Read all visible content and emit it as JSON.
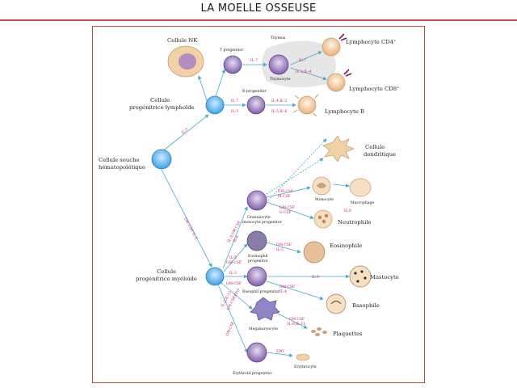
{
  "title": "LA MOELLE OSSEUSE",
  "cells": {
    "hsc": "Cellule souche hématopoïétique",
    "hsc_l1": "Cellule souche",
    "hsc_l2": "hématopoïétique",
    "lymphoid_l1": "Cellule",
    "lymphoid_l2": "progénitrice lymphoïde",
    "myeloid_l1": "Cellule",
    "myeloid_l2": "progénitrice myéloïde",
    "nk": "Cellule NK",
    "t_prog": "T progenitor",
    "thymus": "Thymus",
    "thymocyte": "Thymocyte",
    "cd4": "Lymphocyte CD4⁺",
    "cd8": "Lymphocyte CD8⁺",
    "b_prog": "B progenitor",
    "b_lymph": "Lymphocyte B",
    "dendritic_l1": "Cellule",
    "dendritic_l2": "dendritique",
    "gm_prog_l1": "Granulocyte-",
    "gm_prog_l2": "monocyte progenitor",
    "monocyte": "Monocyte",
    "macrophage": "Macrophage",
    "neutrophile": "Neutrophile",
    "eos_prog_l1": "Eosinophil",
    "eos_prog_l2": "progenitor",
    "eosinophile": "Eosinophile",
    "baso_prog": "Basophil progenitor",
    "mastocyte": "Mastocyte",
    "basophile": "Basophile",
    "megakaryocyte": "Megakaryocyte",
    "plaquettes": "Plaquettes",
    "ery_prog": "Erythroid progenitor",
    "erythrocyte": "Erythrocyte"
  },
  "cytokines": {
    "il3": "IL-3",
    "gmcsf_il3": "GM-CSF, IL-3",
    "il7_t": "IL-7",
    "il7_thy": "IL-7",
    "il2_15": "IL-2,IL-4",
    "il7_b": "IL-7",
    "il3_b": "IL-3",
    "il4_il2": "IL-4,IL-2",
    "il5_il6": "IL-5,IL-6",
    "gm_left_1": "IL-3,GM-CSF",
    "gm_left_2": "IL-6",
    "mono_1": "GM-CSF",
    "mono_2": "M-CSF",
    "neu_1": "GM-CSF",
    "neu_2": "G-CSF",
    "il6": "IL-6",
    "eos_left_1": "IL-5",
    "eos_left_2": "GM-CSF",
    "eos_1": "GM-CSF",
    "eos_2": "IL-5",
    "baso_left_1": "IL-3",
    "baso_left_2": "GM-CSF",
    "il9": "IL-9",
    "baso_1": "GM-CSF",
    "baso_2": "IL-4",
    "mega_left_1": "IL-3,IL-11",
    "mega_left_2": "GM-CSF,EPO",
    "mega_1": "GM-CSF",
    "mega_2": "IL-6,IL-11",
    "ery_left": "GM-CSF",
    "epo": "EPO"
  },
  "colors": {
    "accent": "#c0504d",
    "stem": "#3aa0e8",
    "progenitor": "#7d5ca8",
    "cytokine": "#c0186a",
    "arrow": "#4aa9c8",
    "mature": "#f2c48f"
  }
}
